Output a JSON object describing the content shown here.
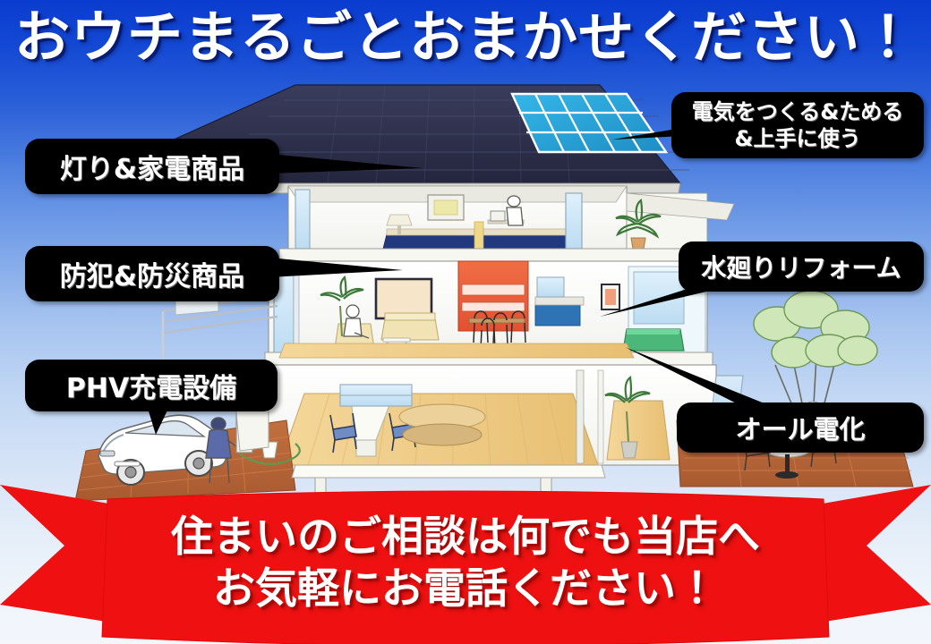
{
  "headline": {
    "text": "おウチまるごとおまかせください！",
    "color": "#ffffff"
  },
  "background": {
    "top_color": "#0a3ccf",
    "bottom_color": "#f3f7fc"
  },
  "callouts": [
    {
      "id": "light",
      "label": "灯り&家電商品",
      "bg": "#000000",
      "text_color": "#ffffff"
    },
    {
      "id": "secure",
      "label": "防犯&防災商品",
      "bg": "#000000",
      "text_color": "#ffffff"
    },
    {
      "id": "phv",
      "label": "PHV充電設備",
      "bg": "#000000",
      "text_color": "#ffffff"
    },
    {
      "id": "power",
      "label_line1": "電気をつくる&ためる",
      "label_line2": "&上手に使う",
      "bg": "#000000",
      "text_color": "#ffffff"
    },
    {
      "id": "water",
      "label": "水廻りリフォーム",
      "bg": "#000000",
      "text_color": "#ffffff"
    },
    {
      "id": "allelec",
      "label": "オール電化",
      "bg": "#000000",
      "text_color": "#ffffff"
    }
  ],
  "banner": {
    "line1": "住まいのご相談は何でも当店へ",
    "line2": "お気軽にお電話ください！",
    "bg_color": "#ef1111",
    "text_color": "#ffffff"
  },
  "illustration": {
    "description": "住宅の断面イラスト",
    "roof_color": "#2e3050",
    "solar_panel_color": "#2ba6dd",
    "kitchen_color": "#e8603c",
    "floor_color": "#f0c87a",
    "deck_color": "#b5623a",
    "bathtub_color": "#4bb87a",
    "car_color": "#ffffff",
    "tree_color": "#c9e3b4"
  }
}
